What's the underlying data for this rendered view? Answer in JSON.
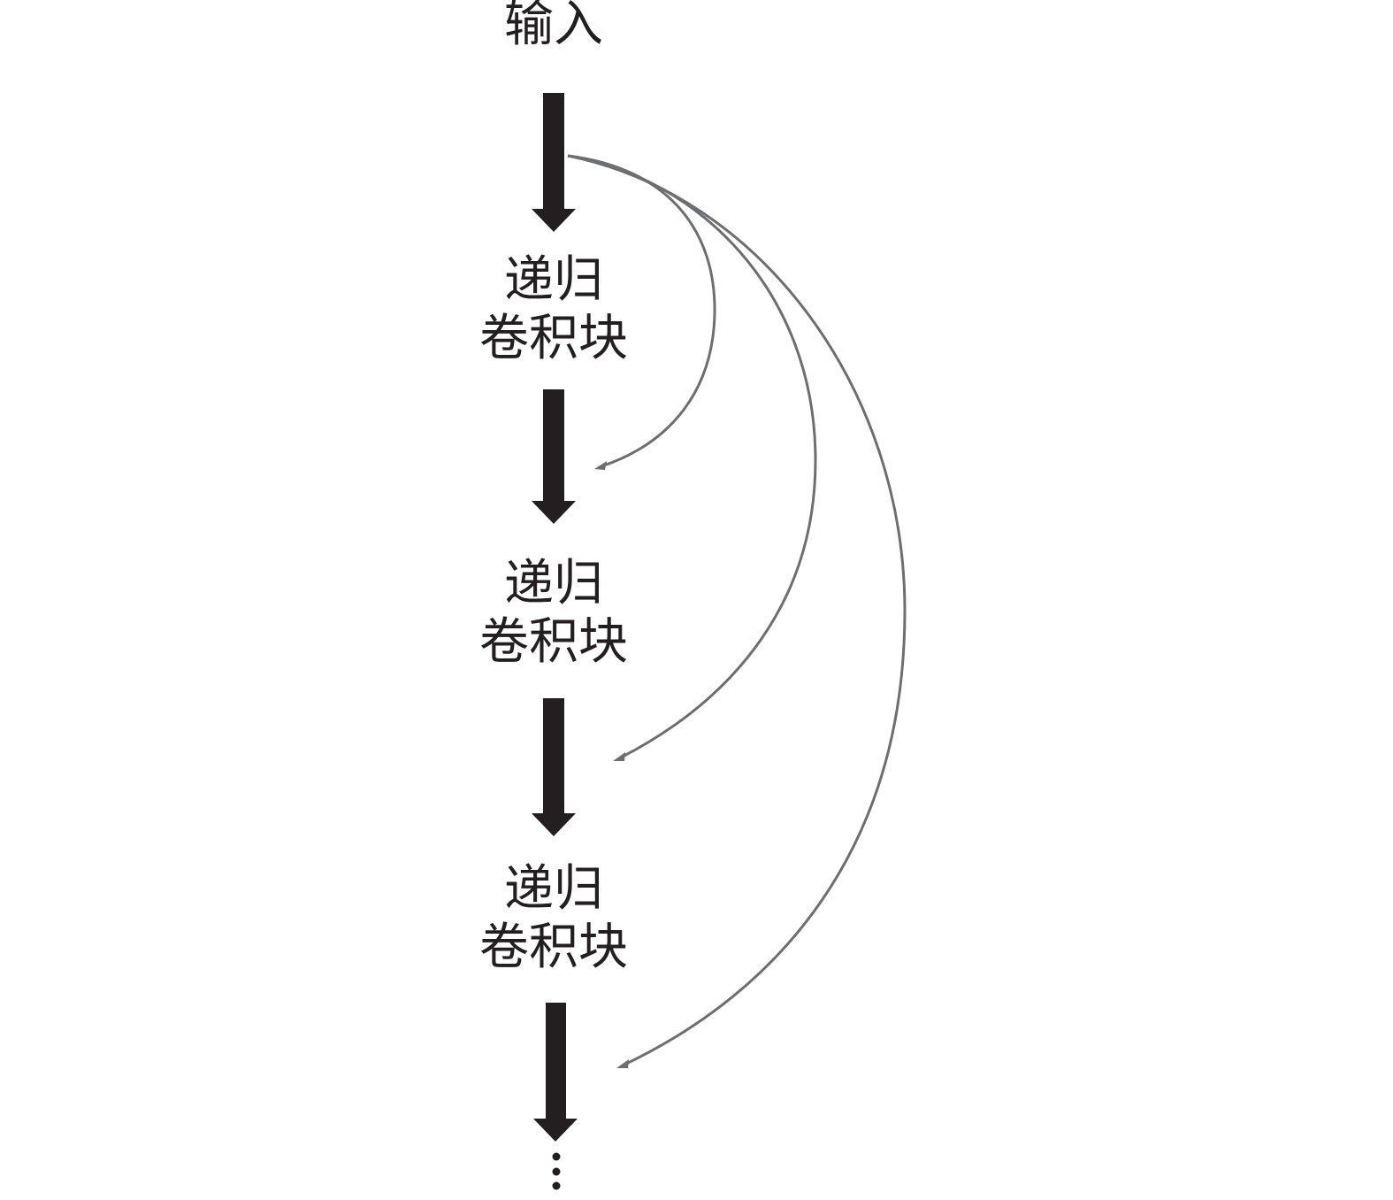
{
  "diagram": {
    "input_label": "输入",
    "blocks": [
      {
        "line1": "递归",
        "line2": "卷积块"
      },
      {
        "line1": "递归",
        "line2": "卷积块"
      },
      {
        "line1": "递归",
        "line2": "卷积块"
      }
    ],
    "colors": {
      "main_arrow": "#231f20",
      "skip_link": "#6d6e71",
      "text": "#231f20"
    }
  }
}
